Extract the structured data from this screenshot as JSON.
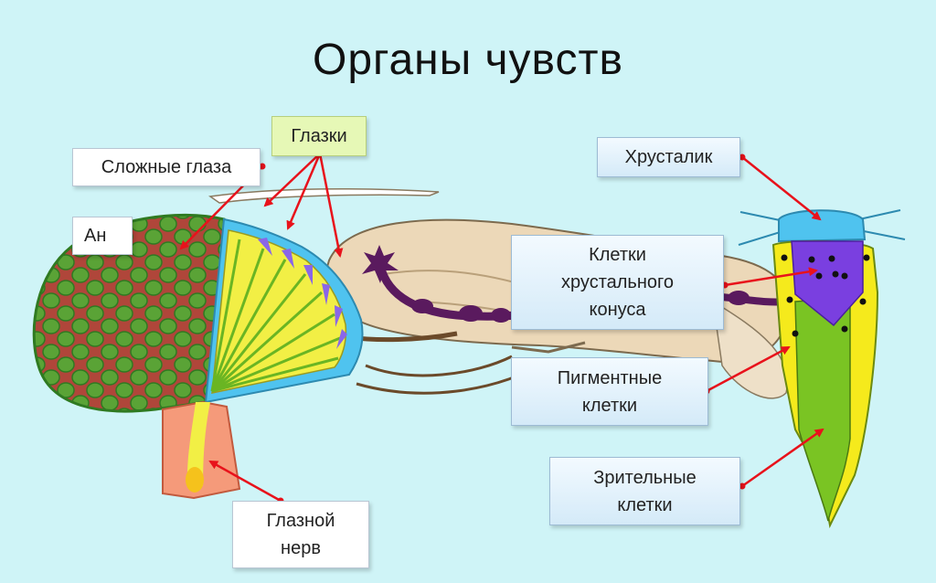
{
  "title": "Органы чувств",
  "labels": {
    "ocelli": "Глазки",
    "compound_eyes": "Сложные глаза",
    "antennae_partial": "Ан",
    "lens": "Хрусталик",
    "cone_cells": "Клетки\nхрустального\nконуса",
    "pigment_cells": "Пигментные\nклетки",
    "visual_cells": "Зрительные\nклетки",
    "optic_nerve": "Глазной\nнерв"
  },
  "colors": {
    "background": "#cff4f7",
    "arrow": "#e8121b",
    "nerve": "#5a1a5e",
    "ommatidium_fill": "#5aa336",
    "ommatidium_rim": "#c24a3a",
    "lens_blue": "#4fc3ef",
    "cone_purple": "#7a3fe0",
    "pigment_yellow": "#f5ea1c"
  }
}
